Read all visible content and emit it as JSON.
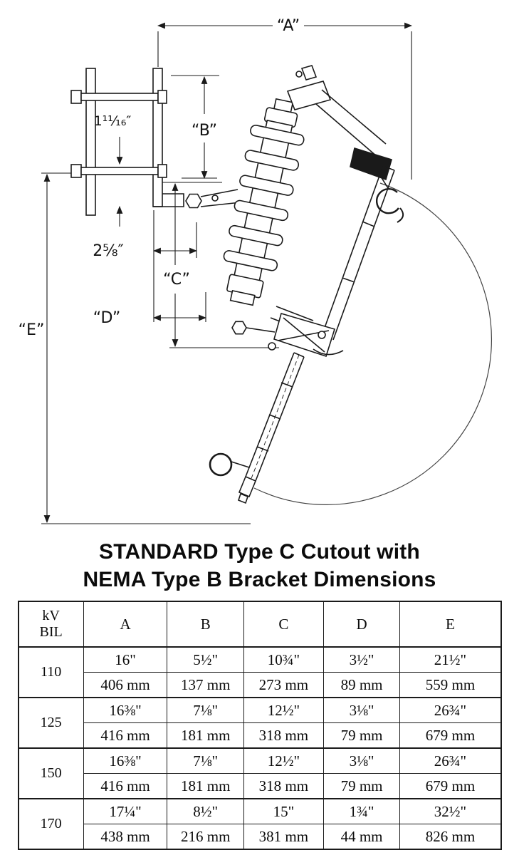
{
  "diagram": {
    "name": "Type C cutout with NEMA Type B bracket outline drawing",
    "labels": {
      "a": "“A”",
      "b": "“B”",
      "c": "“C”",
      "d": "“D”",
      "e": "“E”",
      "bolt_spacing": "1¹¹⁄₁₆″",
      "offset": "2⅝″"
    },
    "ink": "#1a1a1a"
  },
  "title": {
    "line1": "STANDARD Type C Cutout with",
    "line2": "NEMA Type B Bracket Dimensions"
  },
  "table": {
    "header": {
      "col0_line1": "kV",
      "col0_line2": "BIL",
      "cols": [
        "A",
        "B",
        "C",
        "D",
        "E"
      ]
    },
    "rows": [
      {
        "kv": "110",
        "in": [
          "16\"",
          "5½\"",
          "10¾\"",
          "3½\"",
          "21½\""
        ],
        "mm": [
          "406 mm",
          "137 mm",
          "273 mm",
          "89 mm",
          "559 mm"
        ]
      },
      {
        "kv": "125",
        "in": [
          "16⅜\"",
          "7⅛\"",
          "12½\"",
          "3⅛\"",
          "26¾\""
        ],
        "mm": [
          "416 mm",
          "181 mm",
          "318 mm",
          "79 mm",
          "679 mm"
        ]
      },
      {
        "kv": "150",
        "in": [
          "16⅜\"",
          "7⅛\"",
          "12½\"",
          "3⅛\"",
          "26¾\""
        ],
        "mm": [
          "416 mm",
          "181 mm",
          "318 mm",
          "79 mm",
          "679 mm"
        ]
      },
      {
        "kv": "170",
        "in": [
          "17¼\"",
          "8½\"",
          "15\"",
          "1¾\"",
          "32½\""
        ],
        "mm": [
          "438 mm",
          "216 mm",
          "381 mm",
          "44 mm",
          "826 mm"
        ]
      }
    ]
  }
}
